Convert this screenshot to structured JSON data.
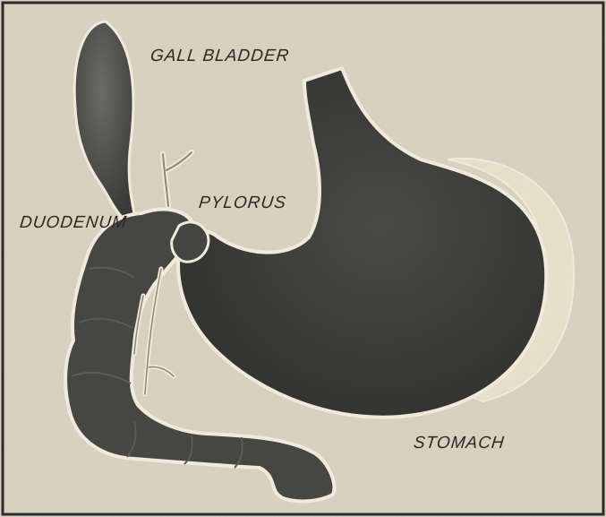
{
  "labels": {
    "gall_bladder": "GALL BLADDER",
    "pylorus": "PYLORUS",
    "duodenum": "DUODENUM",
    "stomach": "STOMACH"
  },
  "colors": {
    "paper": "#d9d3c0",
    "organ_fill": "#3c3c38",
    "organ_outline": "#efeadb",
    "border": "#2b2b27",
    "text": "#2a2a24"
  }
}
